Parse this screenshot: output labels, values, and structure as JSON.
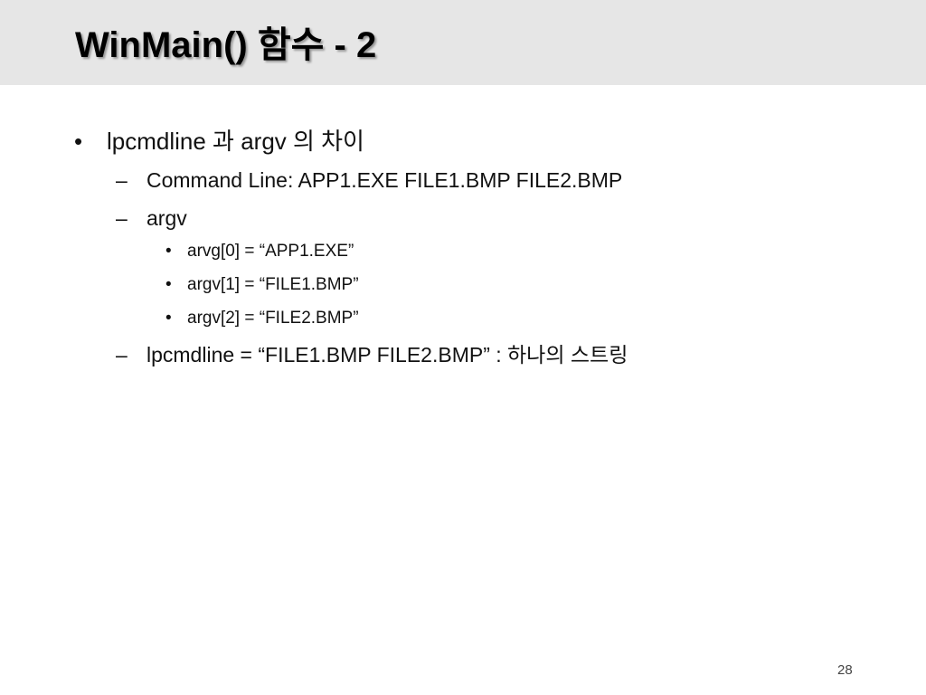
{
  "slide": {
    "title": "WinMain() 함수 - 2",
    "bullets": [
      {
        "marker": "•",
        "text": "lpcmdline 과 argv 의 차이"
      },
      {
        "marker": "–",
        "text": "Command Line: APP1.EXE FILE1.BMP FILE2.BMP"
      },
      {
        "marker": "–",
        "text": "argv"
      },
      {
        "marker": "•",
        "text": "arvg[0] = “APP1.EXE”"
      },
      {
        "marker": "•",
        "text": "argv[1] = “FILE1.BMP”"
      },
      {
        "marker": "•",
        "text": "argv[2] = “FILE2.BMP”"
      },
      {
        "marker": "–",
        "text": "lpcmdline = “FILE1.BMP FILE2.BMP” : 하나의 스트링"
      }
    ],
    "page_number": "28"
  }
}
